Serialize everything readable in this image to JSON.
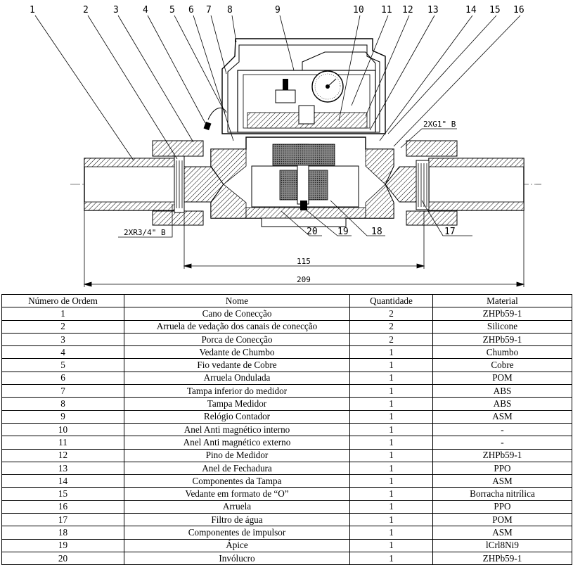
{
  "callouts": [
    "1",
    "2",
    "3",
    "4",
    "5",
    "6",
    "7",
    "8",
    "9",
    "10",
    "11",
    "12",
    "13",
    "14",
    "15",
    "16",
    "17",
    "18",
    "19",
    "20"
  ],
  "thread_labels": {
    "top_right": "2XG1\" B",
    "bottom_left": "2XR3/4\" B"
  },
  "dimensions": {
    "inner": "115",
    "overall": "209"
  },
  "table": {
    "headers": [
      "Número de Ordem",
      "Nome",
      "Quantidade",
      "Material"
    ],
    "rows": [
      [
        "1",
        "Cano de Conecção",
        "2",
        "ZHPb59-1"
      ],
      [
        "2",
        "Arruela de vedação dos canais de conecção",
        "2",
        "Silicone"
      ],
      [
        "3",
        "Porca de Conecção",
        "2",
        "ZHPb59-1"
      ],
      [
        "4",
        "Vedante de Chumbo",
        "1",
        "Chumbo"
      ],
      [
        "5",
        "Fio vedante de Cobre",
        "1",
        "Cobre"
      ],
      [
        "6",
        "Arruela Ondulada",
        "1",
        "POM"
      ],
      [
        "7",
        "Tampa inferior do medidor",
        "1",
        "ABS"
      ],
      [
        "8",
        "Tampa Medidor",
        "1",
        "ABS"
      ],
      [
        "9",
        "Relógio Contador",
        "1",
        "ASM"
      ],
      [
        "10",
        "Anel Anti magnético interno",
        "1",
        "-"
      ],
      [
        "11",
        "Anel Anti magnético externo",
        "1",
        "-"
      ],
      [
        "12",
        "Pino de Medidor",
        "1",
        "ZHPb59-1"
      ],
      [
        "13",
        "Anel de Fechadura",
        "1",
        "PPO"
      ],
      [
        "14",
        "Componentes da Tampa",
        "1",
        "ASM"
      ],
      [
        "15",
        "Vedante em formato de “O”",
        "1",
        "Borracha nitrílica"
      ],
      [
        "16",
        "Arruela",
        "1",
        "PPO"
      ],
      [
        "17",
        "Filtro de água",
        "1",
        "POM"
      ],
      [
        "18",
        "Componentes de impulsor",
        "1",
        "ASM"
      ],
      [
        "19",
        "Ápice",
        "1",
        "lCrl8Ni9"
      ],
      [
        "20",
        "Invólucro",
        "1",
        "ZHPb59-1"
      ]
    ]
  }
}
